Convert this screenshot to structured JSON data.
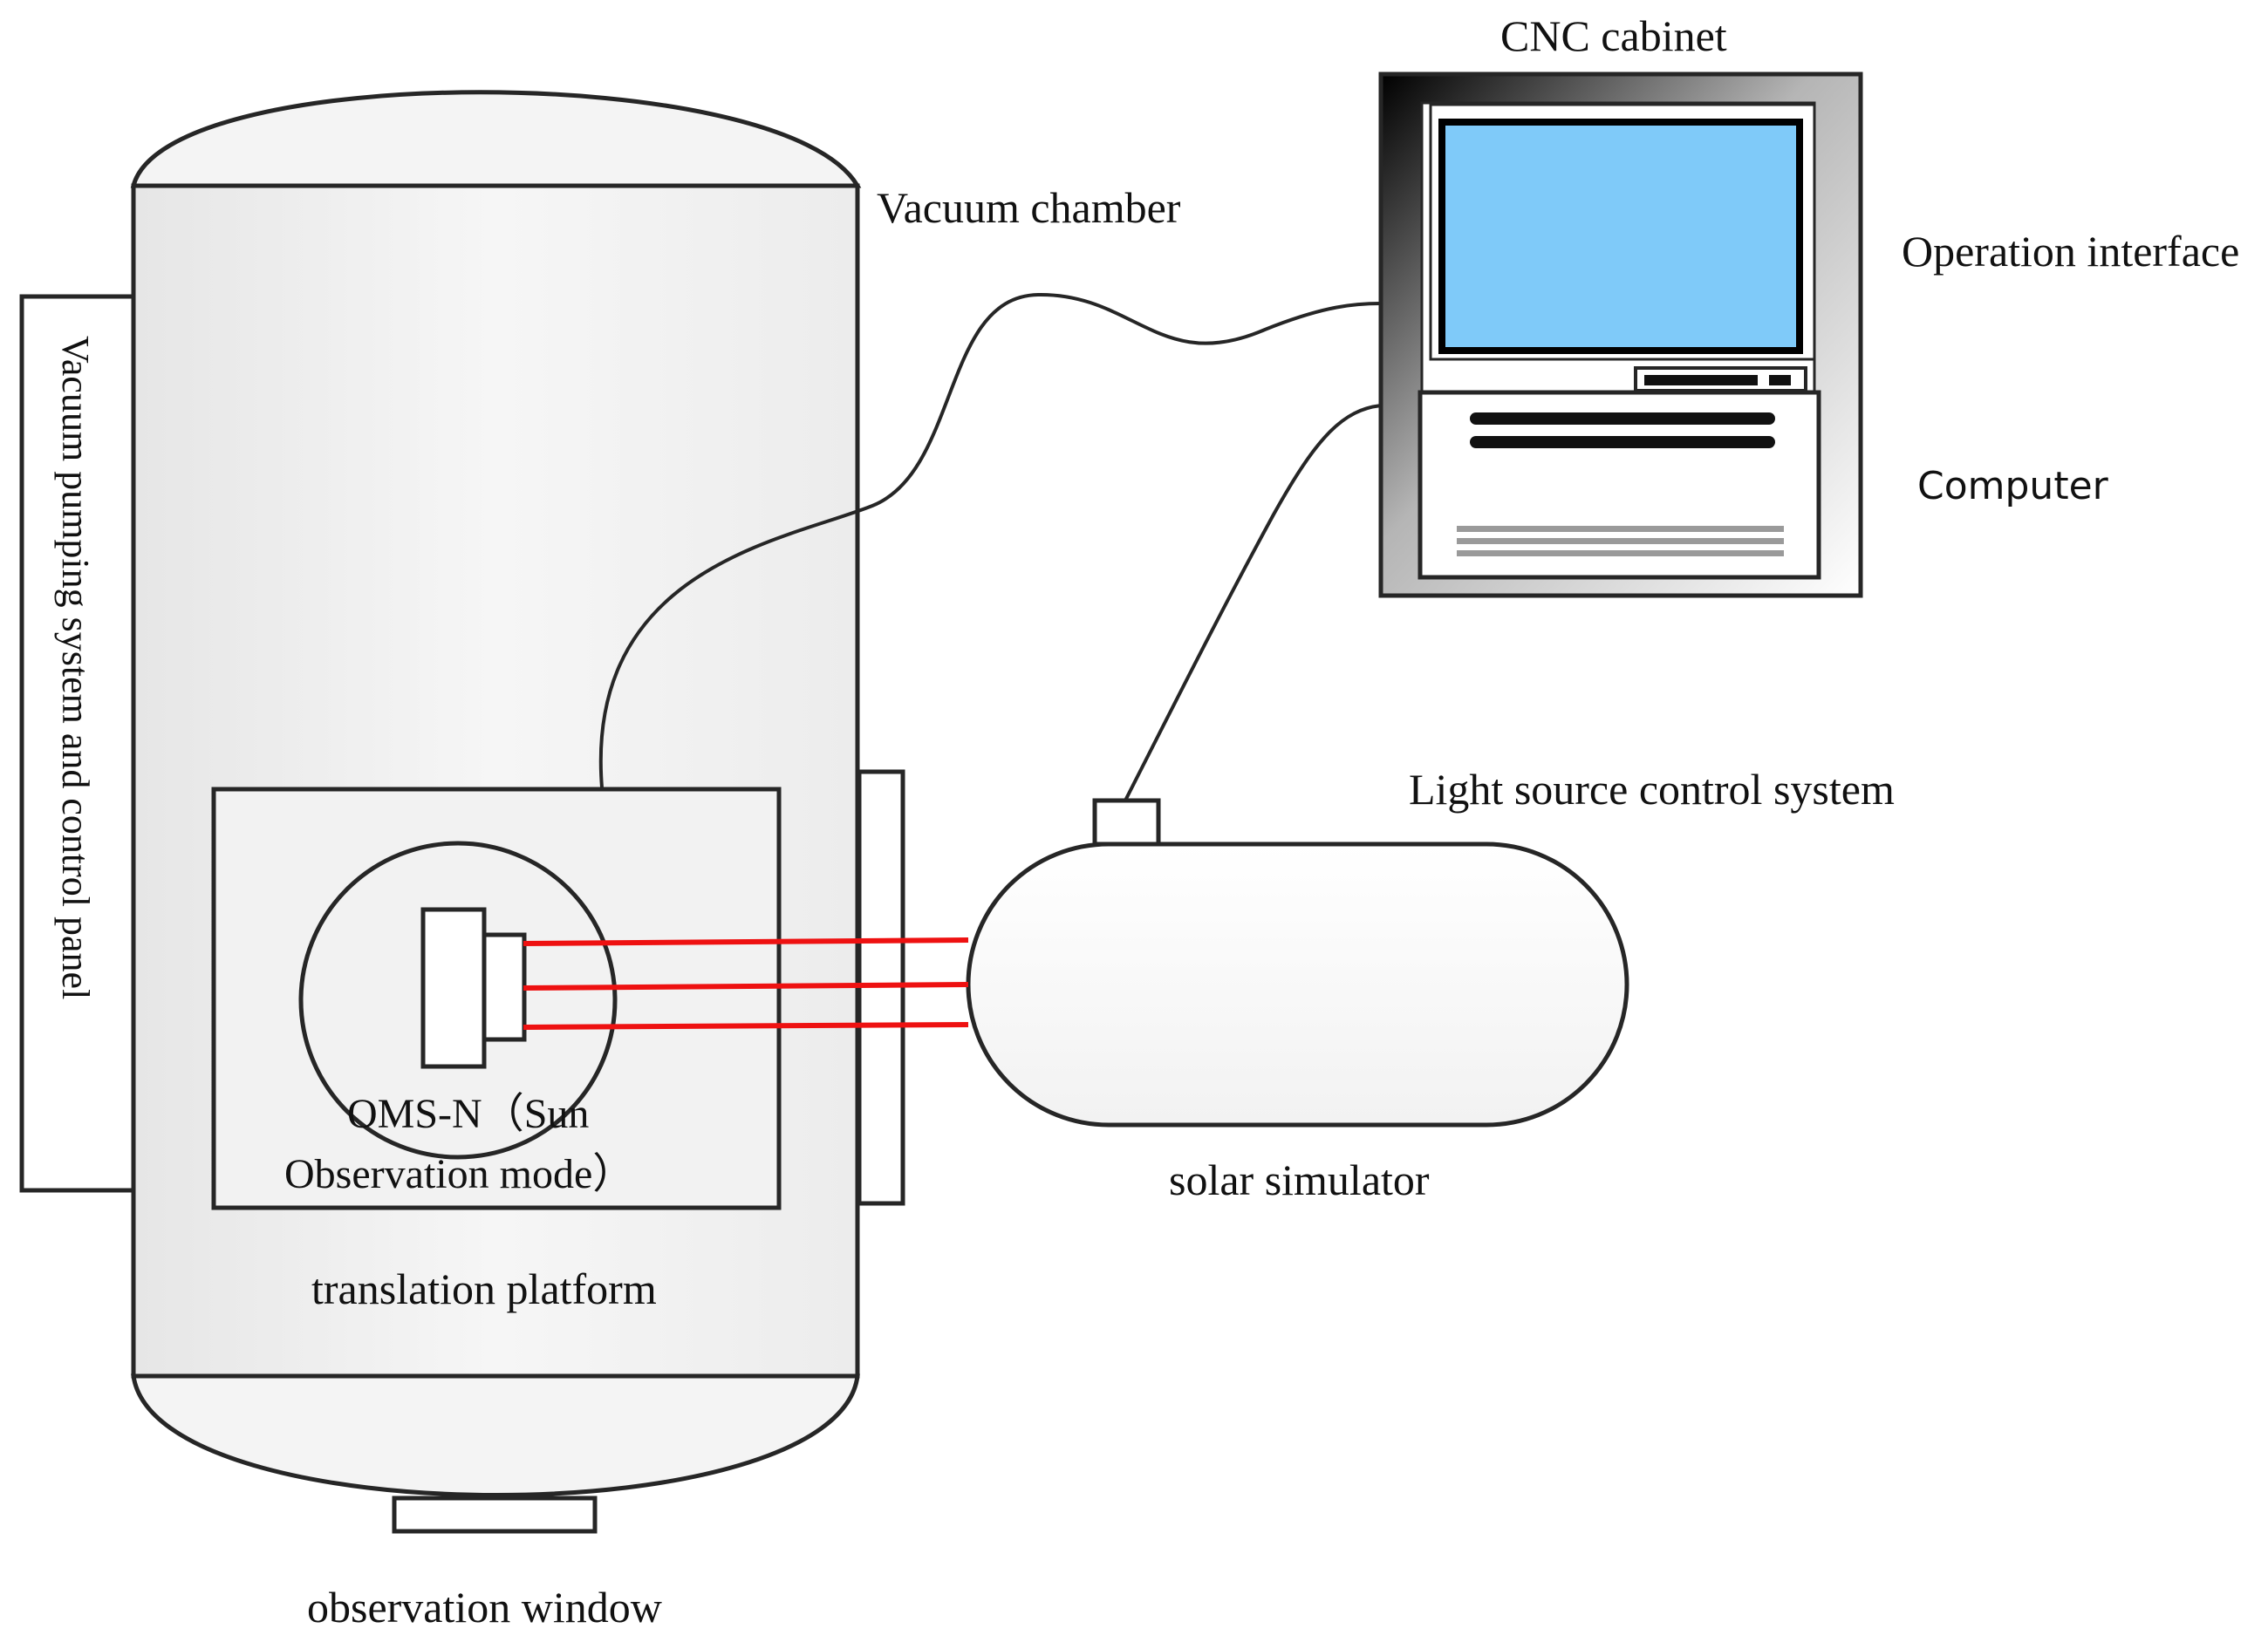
{
  "labels": {
    "vacuum_chamber": "Vacuum chamber",
    "vacuum_pumping": "Vacuum pumping system and control panel",
    "oms_line1": "OMS-N（Sun",
    "oms_line2": "Observation mode）",
    "translation_platform": "translation platform",
    "observation_window": "observation window",
    "cnc_cabinet": "CNC cabinet",
    "operation_interface": "Operation interface",
    "computer": "Computer",
    "light_source_control": "Light source control system",
    "solar_simulator": "solar simulator"
  },
  "colors": {
    "screen": "#7fcaf9",
    "laser": "#ee1111",
    "outline": "#262626",
    "chamber_fill": "#f0f0f0"
  }
}
